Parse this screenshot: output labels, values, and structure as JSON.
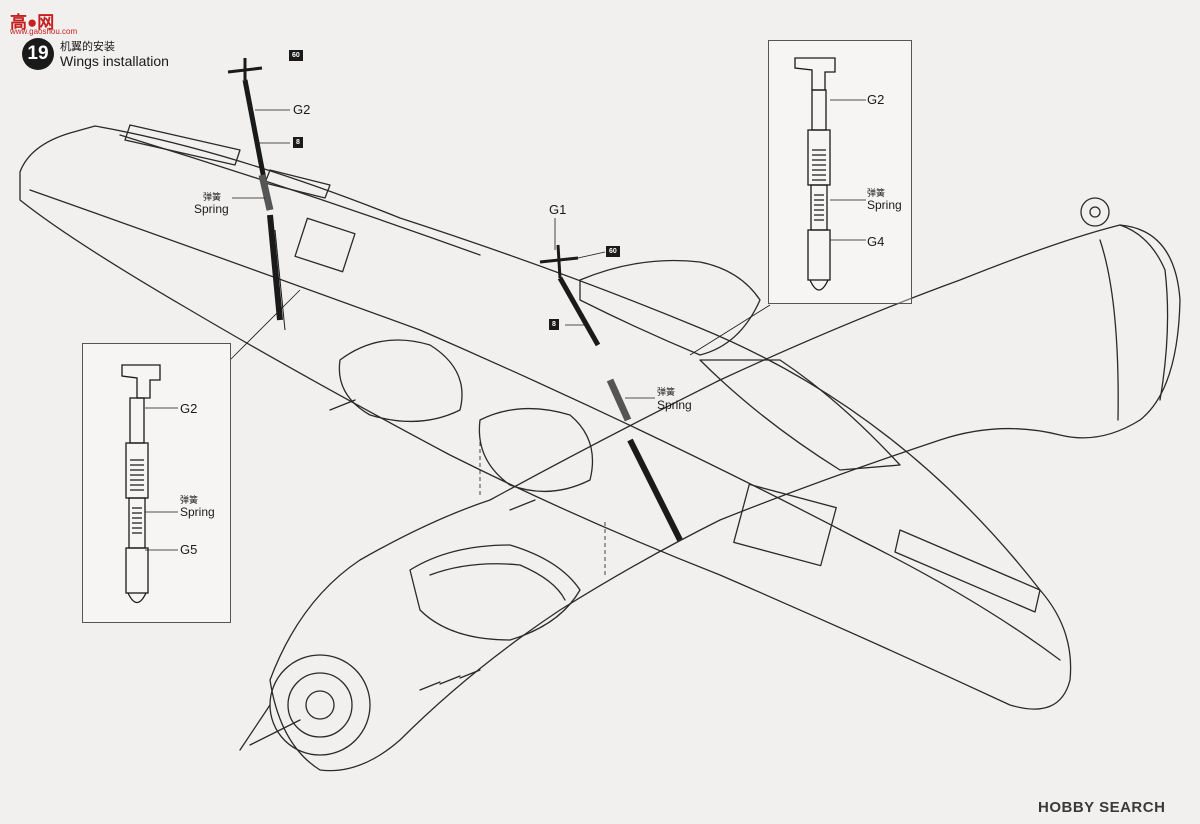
{
  "watermark": {
    "logo_text": "高●网",
    "logo_sub": "www.gaoshou.com",
    "bottom_text": "HOBBY SEARCH"
  },
  "step": {
    "number": "19",
    "title_cn": "机翼的安装",
    "title_en": "Wings installation"
  },
  "main_callouts": {
    "left_strut": {
      "part": "G2",
      "qty_top": "60",
      "qty_mid": "8",
      "spring_cn": "弹簧",
      "spring_en": "Spring"
    },
    "center_strut": {
      "part": "G1",
      "qty_top": "60",
      "qty_mid": "8",
      "spring_cn": "弹簧",
      "spring_en": "Spring"
    }
  },
  "inset_right": {
    "part_top": "G2",
    "spring_cn": "弹簧",
    "spring_en": "Spring",
    "part_bottom": "G4"
  },
  "inset_left": {
    "part_top": "G2",
    "spring_cn": "弹簧",
    "spring_en": "Spring",
    "part_bottom": "G5"
  }
}
